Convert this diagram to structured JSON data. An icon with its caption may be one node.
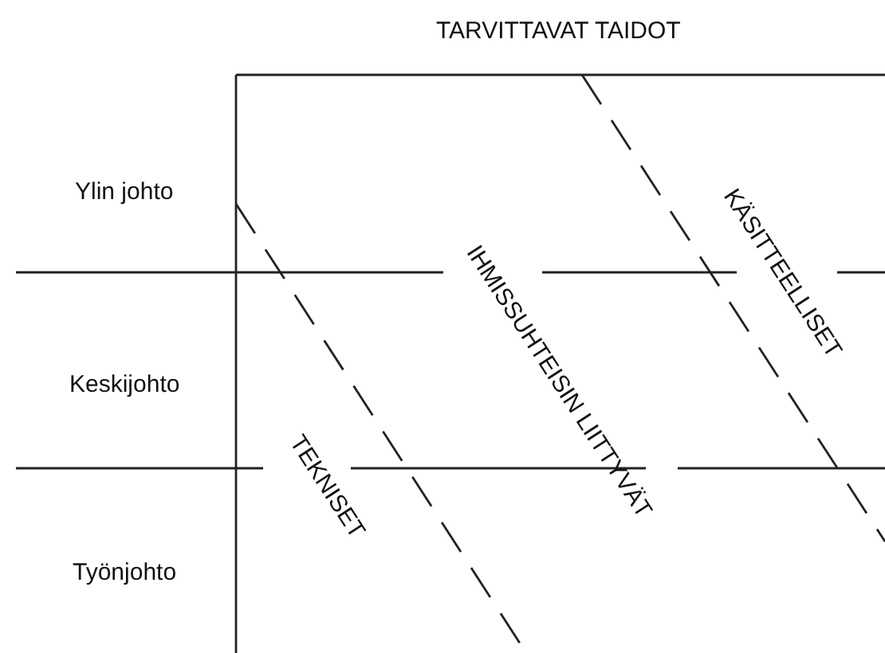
{
  "diagram": {
    "title": "TARVITTAVAT TAIDOT",
    "labels": [
      "Ylin johto",
      "Keskijohto",
      "Työnjohto",
      "TEKNISET",
      "IHMISSUHTEISIN LIITTYVÄT",
      "KÄSITTEELLISET"
    ]
  }
}
